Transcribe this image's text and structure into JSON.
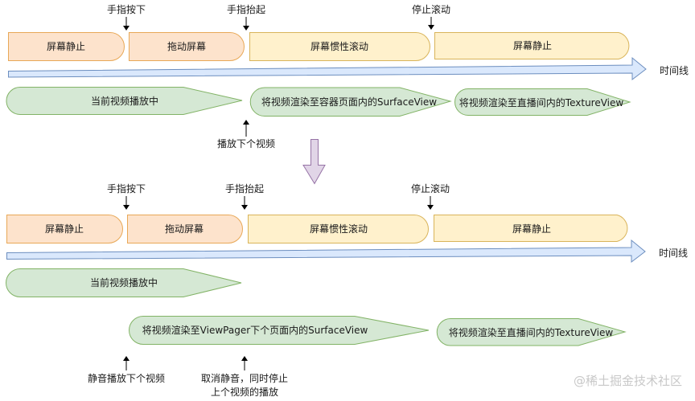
{
  "colors": {
    "orange_fill": "#fde3cc",
    "orange_stroke": "#e8a857",
    "yellow_fill": "#fff1cc",
    "yellow_stroke": "#d9b45a",
    "green_fill": "#d5e8d4",
    "green_stroke": "#82b366",
    "timeline_fill": "#dae8fc",
    "timeline_stroke": "#6c8ebf",
    "purple_fill": "#e1d5e7",
    "purple_stroke": "#9673a6"
  },
  "top": {
    "events": [
      "手指按下",
      "手指抬起",
      "停止滚动"
    ],
    "phases": [
      "屏幕静止",
      "拖动屏幕",
      "屏幕惯性滚动",
      "屏幕静止"
    ],
    "timeline_label": "时间线",
    "videos": [
      "当前视频播放中",
      "将视频渲染至容器页面内的SurfaceView",
      "将视频渲染至直播间内的TextureView"
    ],
    "annotation": "播放下个视频"
  },
  "bottom": {
    "events": [
      "手指按下",
      "手指抬起",
      "停止滚动"
    ],
    "phases": [
      "屏幕静止",
      "拖动屏幕",
      "屏幕惯性滚动",
      "屏幕静止"
    ],
    "timeline_label": "时间线",
    "videos": [
      "当前视频播放中",
      "将视频渲染至ViewPager下个页面内的SurfaceView",
      "将视频渲染至直播间内的TextureView"
    ],
    "annotations": [
      "静音播放下个视频",
      "取消静音，同时停止",
      "上个视频的播放"
    ]
  },
  "watermark": "@稀土掘金技术社区"
}
